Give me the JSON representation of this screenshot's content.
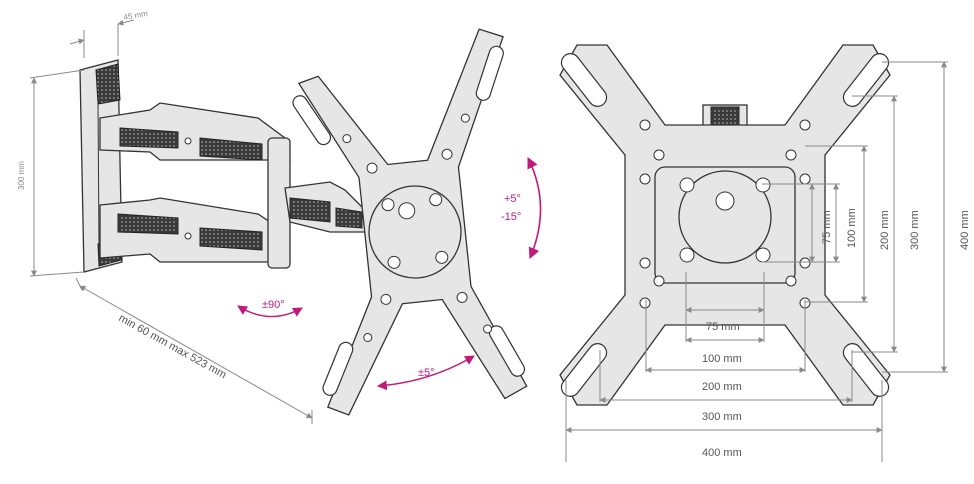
{
  "colors": {
    "accent": "#c2187a",
    "line": "#333333",
    "dimension": "#8a8a8a"
  },
  "wall_mount": {
    "depth_label": "45 mm",
    "height_label": "300 mm",
    "extension_label": "min 60 mm max 523 mm"
  },
  "motion": {
    "tilt_label_up": "+5°",
    "tilt_label_down": "-15°",
    "swivel_label": "±90°",
    "level_label": "±5°"
  },
  "vesa": {
    "horizontal": [
      "75 mm",
      "100 mm",
      "200 mm",
      "300 mm",
      "400 mm"
    ],
    "vertical": [
      "75 mm",
      "100 mm",
      "200 mm",
      "300 mm",
      "400 mm"
    ]
  }
}
